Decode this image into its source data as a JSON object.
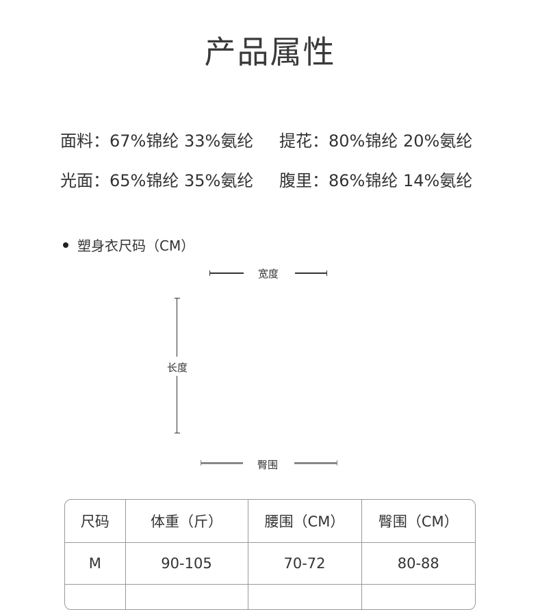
{
  "title": "产品属性",
  "properties": [
    {
      "left": "面料：67%锦纶  33%氨纶",
      "right": "提花：80%锦纶  20%氨纶"
    },
    {
      "left": "光面：65%锦纶  35%氨纶",
      "right": "腹里：86%锦纶  14%氨纶"
    }
  ],
  "section": {
    "label": "塑身衣尺码（CM）"
  },
  "diagram": {
    "width": "宽度",
    "length": "长度",
    "hip": "臀围"
  },
  "table": {
    "headers": [
      "尺码",
      "体重（斤）",
      "腰围（CM）",
      "臀围（CM）"
    ],
    "rows": [
      [
        "M",
        "90-105",
        "70-72",
        "80-88"
      ],
      [
        "",
        "",
        "",
        ""
      ]
    ]
  }
}
